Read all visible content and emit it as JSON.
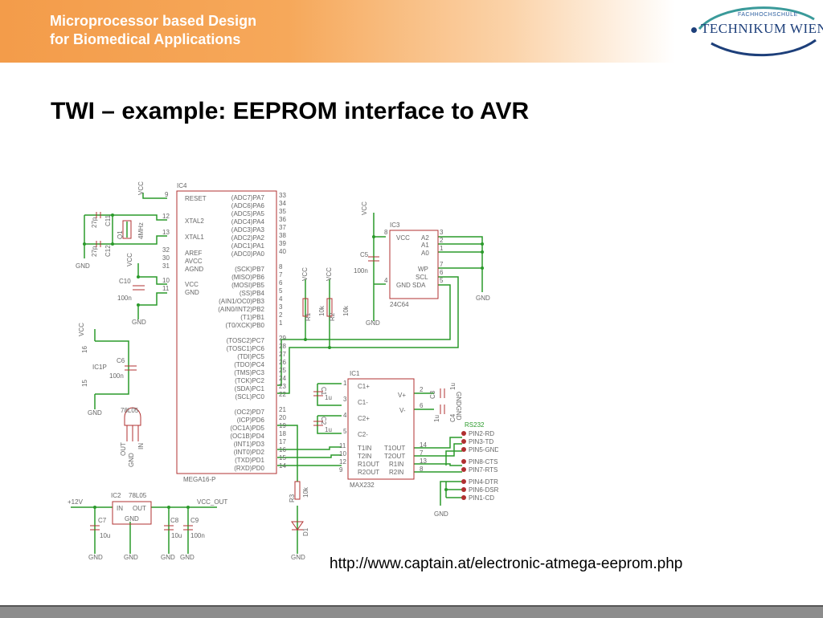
{
  "header": {
    "title_line1": "Microprocessor based Design",
    "title_line2": "for Biomedical Applications"
  },
  "logo": {
    "small_text": "FACHHOCHSCHULE",
    "main_text": "TECHNIKUM WIEN"
  },
  "slide": {
    "title": "TWI – example: EEPROM interface to AVR",
    "url": "http://www.captain.at/electronic-atmega-eeprom.php"
  },
  "schematic": {
    "ic4": {
      "name": "IC4",
      "part": "MEGA16-P",
      "left_pins": [
        {
          "num": "9",
          "label": "RESET"
        },
        {
          "num": "12",
          "label": "XTAL2"
        },
        {
          "num": "13",
          "label": "XTAL1"
        },
        {
          "num": "32",
          "label": "AREF"
        },
        {
          "num": "30",
          "label": "AVCC"
        },
        {
          "num": "31",
          "label": "AGND"
        },
        {
          "num": "10",
          "label": "VCC"
        },
        {
          "num": "11",
          "label": "GND"
        }
      ],
      "right_pins": [
        {
          "num": "33",
          "label": "(ADC7)PA7"
        },
        {
          "num": "34",
          "label": "(ADC6)PA6"
        },
        {
          "num": "35",
          "label": "(ADC5)PA5"
        },
        {
          "num": "36",
          "label": "(ADC4)PA4"
        },
        {
          "num": "37",
          "label": "(ADC3)PA3"
        },
        {
          "num": "38",
          "label": "(ADC2)PA2"
        },
        {
          "num": "39",
          "label": "(ADC1)PA1"
        },
        {
          "num": "40",
          "label": "(ADC0)PA0"
        },
        {
          "num": "8",
          "label": "(SCK)PB7"
        },
        {
          "num": "7",
          "label": "(MISO)PB6"
        },
        {
          "num": "6",
          "label": "(MOSI)PB5"
        },
        {
          "num": "5",
          "label": "(SS)PB4"
        },
        {
          "num": "4",
          "label": "(AIN1/OC0)PB3"
        },
        {
          "num": "3",
          "label": "(AIN0/INT2)PB2"
        },
        {
          "num": "2",
          "label": "(T1)PB1"
        },
        {
          "num": "1",
          "label": "(T0/XCK)PB0"
        },
        {
          "num": "29",
          "label": "(TOSC2)PC7"
        },
        {
          "num": "28",
          "label": "(TOSC1)PC6"
        },
        {
          "num": "27",
          "label": "(TDI)PC5"
        },
        {
          "num": "26",
          "label": "(TDO)PC4"
        },
        {
          "num": "25",
          "label": "(TMS)PC3"
        },
        {
          "num": "24",
          "label": "(TCK)PC2"
        },
        {
          "num": "23",
          "label": "(SDA)PC1"
        },
        {
          "num": "22",
          "label": "(SCL)PC0"
        },
        {
          "num": "21",
          "label": "(OC2)PD7"
        },
        {
          "num": "20",
          "label": "(ICP)PD6"
        },
        {
          "num": "19",
          "label": "(OC1A)PD5"
        },
        {
          "num": "18",
          "label": "(OC1B)PD4"
        },
        {
          "num": "17",
          "label": "(INT1)PD3"
        },
        {
          "num": "16",
          "label": "(INT0)PD2"
        },
        {
          "num": "15",
          "label": "(TXD)PD1"
        },
        {
          "num": "14",
          "label": "(RXD)PD0"
        }
      ]
    },
    "ic3": {
      "name": "IC3",
      "part": "24C64",
      "left_pins": [
        {
          "num": "8",
          "label": "VCC"
        },
        {
          "num": "4",
          "label": "GND SDA"
        }
      ],
      "right_pins": [
        {
          "num": "3",
          "label": "A2"
        },
        {
          "num": "2",
          "label": "A1"
        },
        {
          "num": "1",
          "label": "A0"
        },
        {
          "num": "7",
          "label": "WP"
        },
        {
          "num": "6",
          "label": "SCL"
        },
        {
          "num": "5",
          "label": ""
        }
      ]
    },
    "ic1": {
      "name": "IC1",
      "part": "MAX232",
      "left_pins": [
        {
          "num": "1",
          "label": "C1+"
        },
        {
          "num": "3",
          "label": "C1-"
        },
        {
          "num": "4",
          "label": "C2+"
        },
        {
          "num": "5",
          "label": "C2-"
        },
        {
          "num": "11",
          "label": "T1IN"
        },
        {
          "num": "10",
          "label": "T2IN"
        },
        {
          "num": "12",
          "label": "R1OUT"
        },
        {
          "num": "9",
          "label": "R2OUT"
        }
      ],
      "right_pins": [
        {
          "num": "2",
          "label": "V+"
        },
        {
          "num": "6",
          "label": "V-"
        },
        {
          "num": "14",
          "label": "T1OUT"
        },
        {
          "num": "7",
          "label": "T2OUT"
        },
        {
          "num": "13",
          "label": "R1IN"
        },
        {
          "num": "8",
          "label": "R2IN"
        }
      ]
    },
    "ic2": {
      "name": "IC2",
      "part": "78L05",
      "pin_in": "IN",
      "pin_out": "OUT",
      "pin_gnd": "GND"
    },
    "ic1p": {
      "name": "IC1P",
      "pin_a": "16",
      "pin_b": "15"
    },
    "reg2": {
      "part": "78L05",
      "pins": [
        "OUT",
        "GND",
        "IN"
      ]
    },
    "rs232": {
      "label": "RS232",
      "pins": [
        "PIN2-RD",
        "PIN3-TD",
        "PIN5-GND",
        "PIN8-CTS",
        "PIN7-RTS",
        "PIN4-DTR",
        "PIN6-DSR",
        "PIN1-CD"
      ]
    },
    "components": {
      "c11": "C11",
      "c11_val": "27p",
      "c12": "C12",
      "c12_val": "27p",
      "q1": "Q1",
      "q1_val": "4MHz",
      "c10": "C10",
      "c10_val": "100n",
      "c6": "C6",
      "c6_val": "100n",
      "c5": "C5",
      "c5_val": "100n",
      "r1": "R1",
      "r1_val": "10k",
      "r2": "R2",
      "r2_val": "10k",
      "r3": "R3",
      "r3_val": "10k",
      "d1": "D1",
      "c1": "C1",
      "c1_val": "1u",
      "c2": "C2",
      "c2_val": "1u",
      "c3": "C3",
      "c3_val": "1u",
      "c4": "C4",
      "c4_val": "1u",
      "c7": "C7",
      "c7_val": "10u",
      "c8": "C8",
      "c8_val": "10u",
      "c9": "C9",
      "c9_val": "100n"
    },
    "net_labels": {
      "vcc": "VCC",
      "gnd": "GND",
      "plus12v": "+12V",
      "vcc_out": "VCC_OUT",
      "gndgnd": "GNDGND"
    }
  },
  "colors": {
    "header_orange": "#f39c4a",
    "wire_green": "#2a9a2a",
    "component_red": "#b03030",
    "pin_gray": "#666666",
    "logo_blue": "#1d3f7a"
  }
}
